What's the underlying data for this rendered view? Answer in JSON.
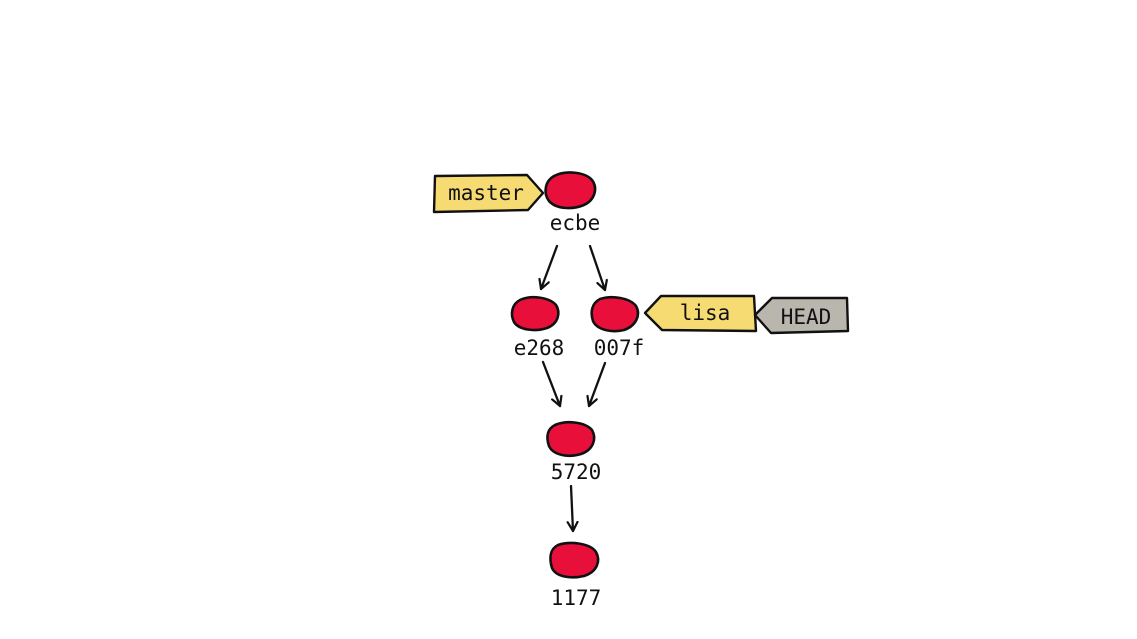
{
  "colors": {
    "commit_fill": "#e8103b",
    "branch_tag_fill": "#f5db72",
    "head_tag_fill": "#b9b6ae",
    "stroke": "#111111"
  },
  "commits": [
    {
      "id": "ecbe"
    },
    {
      "id": "e268"
    },
    {
      "id": "007f"
    },
    {
      "id": "5720"
    },
    {
      "id": "1177"
    }
  ],
  "refs": [
    {
      "name": "master",
      "kind": "branch"
    },
    {
      "name": "lisa",
      "kind": "branch"
    },
    {
      "name": "HEAD",
      "kind": "head"
    }
  ],
  "edges": [
    {
      "from": "ecbe",
      "to": "e268"
    },
    {
      "from": "ecbe",
      "to": "007f"
    },
    {
      "from": "e268",
      "to": "5720"
    },
    {
      "from": "007f",
      "to": "5720"
    },
    {
      "from": "5720",
      "to": "1177"
    }
  ]
}
